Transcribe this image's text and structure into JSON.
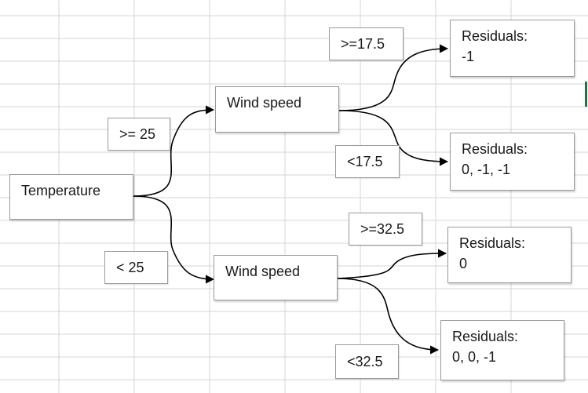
{
  "nodes": {
    "root": {
      "label": "Temperature"
    },
    "wind_high": {
      "label": "Wind speed"
    },
    "wind_low": {
      "label": "Wind speed"
    },
    "leaf1": {
      "title": "Residuals:",
      "values": "-1"
    },
    "leaf2": {
      "title": "Residuals:",
      "values": "0, -1, -1"
    },
    "leaf3": {
      "title": "Residuals:",
      "values": "0"
    },
    "leaf4": {
      "title": "Residuals:",
      "values": "0, 0, -1"
    }
  },
  "edge_labels": {
    "temp_ge": ">= 25",
    "temp_lt": "< 25",
    "wind_ge_175": ">=17.5",
    "wind_lt_175": "<17.5",
    "wind_ge_325": ">=32.5",
    "wind_lt_325": "<32.5"
  },
  "colors": {
    "gridline": "#d4d4d4",
    "box_border": "#9a9a9a",
    "connector": "#000000",
    "selection": "#217346"
  }
}
